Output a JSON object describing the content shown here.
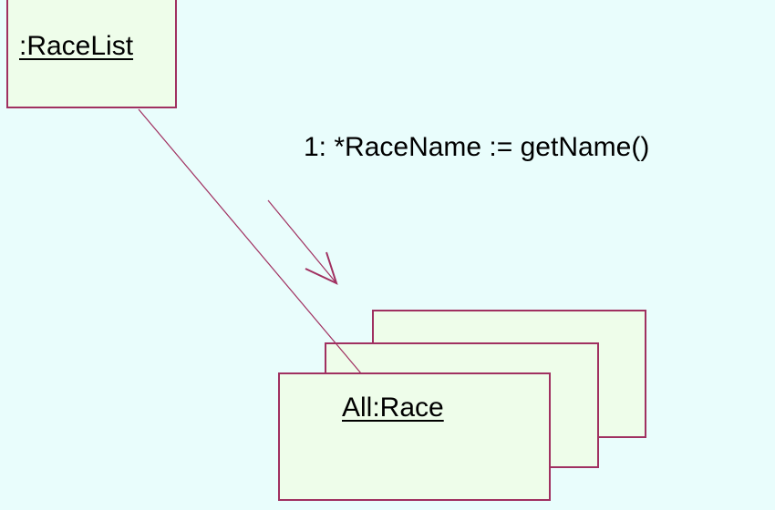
{
  "objects": {
    "race_list": ":RaceList",
    "all_race": "All:Race"
  },
  "message": "1: *RaceName := getName()",
  "colors": {
    "line": "#a03060",
    "box_fill": "#eefdea",
    "background": "#e9fdfc"
  }
}
